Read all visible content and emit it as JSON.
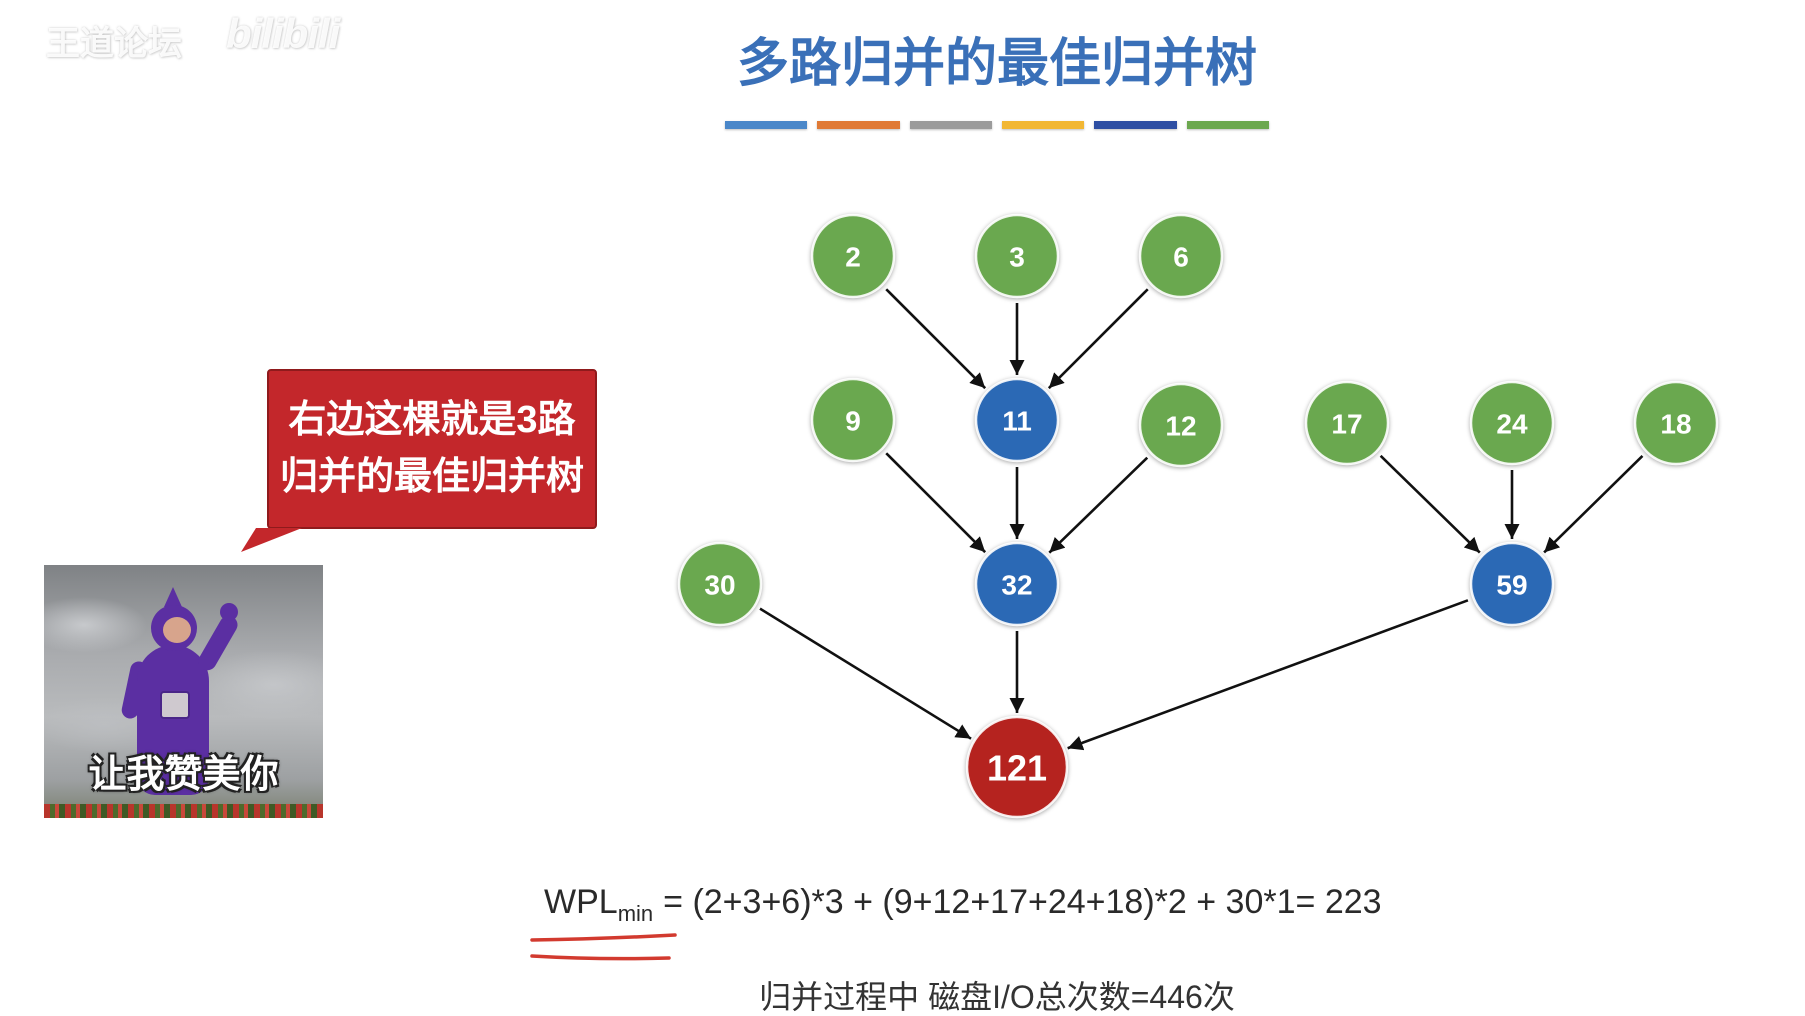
{
  "watermark": {
    "text": "王道论坛",
    "logo": "bilibili"
  },
  "title": "多路归并的最佳归并树",
  "title_bar_colors": [
    "#4a87c9",
    "#e07a36",
    "#9b9b9b",
    "#f2b733",
    "#2e4fa3",
    "#6ca84f"
  ],
  "speech_bubble": {
    "lines": [
      "右边这棵就是3路",
      "归并的最佳归并树"
    ],
    "color": "#c3272b"
  },
  "meme": {
    "caption": "让我赞美你"
  },
  "tree": {
    "nodes": [
      {
        "label": "2",
        "color": "#6aa84f"
      },
      {
        "label": "3",
        "color": "#6aa84f"
      },
      {
        "label": "6",
        "color": "#6aa84f"
      },
      {
        "label": "9",
        "color": "#6aa84f"
      },
      {
        "label": "11",
        "color": "#2b69b5"
      },
      {
        "label": "12",
        "color": "#6aa84f"
      },
      {
        "label": "17",
        "color": "#6aa84f"
      },
      {
        "label": "24",
        "color": "#6aa84f"
      },
      {
        "label": "18",
        "color": "#6aa84f"
      },
      {
        "label": "30",
        "color": "#6aa84f"
      },
      {
        "label": "32",
        "color": "#2b69b5"
      },
      {
        "label": "59",
        "color": "#2b69b5"
      },
      {
        "label": "121",
        "color": "#b5231f"
      }
    ],
    "edges": [
      [
        "2",
        "11"
      ],
      [
        "3",
        "11"
      ],
      [
        "6",
        "11"
      ],
      [
        "9",
        "32"
      ],
      [
        "11",
        "32"
      ],
      [
        "12",
        "32"
      ],
      [
        "17",
        "59"
      ],
      [
        "24",
        "59"
      ],
      [
        "18",
        "59"
      ],
      [
        "30",
        "121"
      ],
      [
        "32",
        "121"
      ],
      [
        "59",
        "121"
      ]
    ]
  },
  "formula": {
    "main": "WPL",
    "sub": "min",
    "rest": "= (2+3+6)*3 + (9+12+17+24+18)*2 + 30*1= 223",
    "underline_color": "#d23a2f"
  },
  "summary": "归并过程中 磁盘I/O总次数=446次"
}
